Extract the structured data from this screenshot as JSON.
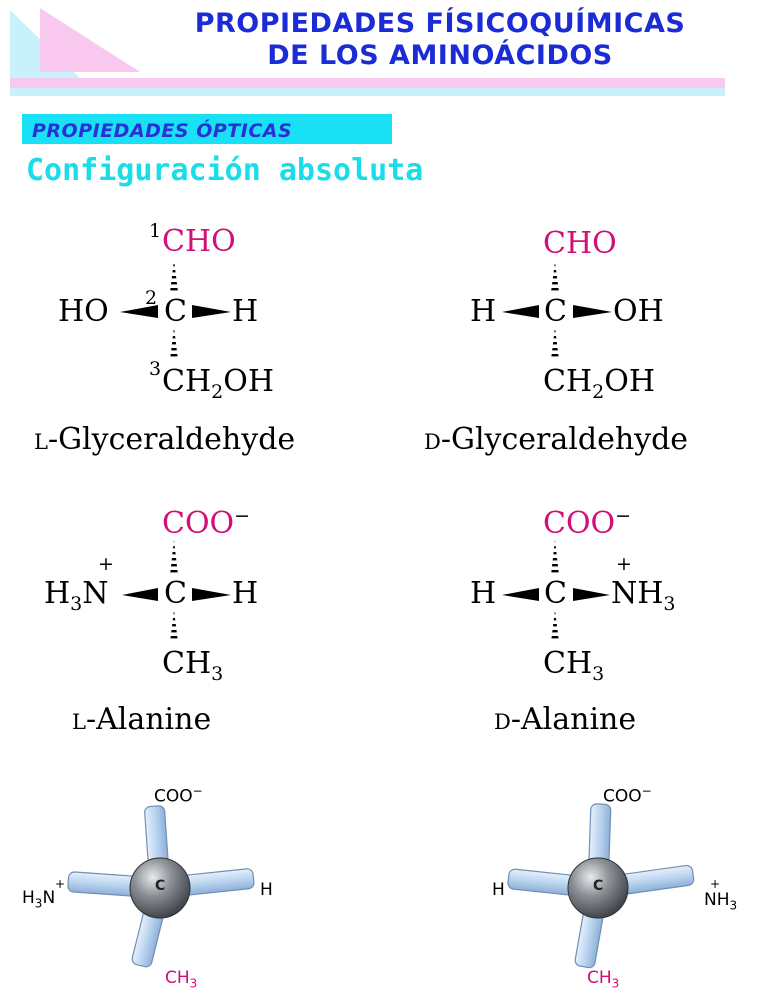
{
  "header": {
    "title_line1": "PROPIEDADES FÍSICOQUÍMICAS",
    "title_line2": "DE LOS AMINOÁCIDOS",
    "section": "PROPIEDADES ÓPTICAS",
    "subtitle": "Configuración absoluta"
  },
  "l_glyceraldehyde": {
    "top": "CHO",
    "left": "HO",
    "center": "C",
    "right": "H",
    "bottom_pre": "CH",
    "bottom_sub": "2",
    "bottom_post": "OH",
    "n1": "1",
    "n2": "2",
    "n3": "3",
    "caption_prefix": "L",
    "caption": "-Glyceraldehyde"
  },
  "d_glyceraldehyde": {
    "top": "CHO",
    "left": "H",
    "center": "C",
    "right": "OH",
    "bottom_pre": "CH",
    "bottom_sub": "2",
    "bottom_post": "OH",
    "caption_prefix": "D",
    "caption": "-Glyceraldehyde"
  },
  "l_alanine": {
    "top": "COO",
    "top_charge": "−",
    "left_pre": "H",
    "left_sub": "3",
    "left_post": "N",
    "left_charge": "+",
    "center": "C",
    "right": "H",
    "bottom_pre": "CH",
    "bottom_sub": "3",
    "caption_prefix": "L",
    "caption": "-Alanine"
  },
  "d_alanine": {
    "top": "COO",
    "top_charge": "−",
    "left": "H",
    "center": "C",
    "right_pre": "NH",
    "right_sub": "3",
    "right_charge": "+",
    "bottom_pre": "CH",
    "bottom_sub": "3",
    "caption_prefix": "D",
    "caption": "-Alanine"
  },
  "ball_stick_l": {
    "top": "COO",
    "top_charge": "−",
    "left_pre": "H",
    "left_sub": "3",
    "left_post": "N",
    "left_charge": "+",
    "center": "C",
    "right": "H",
    "bottom_pre": "CH",
    "bottom_sub": "3"
  },
  "ball_stick_d": {
    "top": "COO",
    "top_charge": "−",
    "left": "H",
    "center": "C",
    "right_pre": "NH",
    "right_sub": "3",
    "right_charge": "+",
    "bottom_pre": "CH",
    "bottom_sub": "3"
  },
  "colors": {
    "title": "#1b2bd6",
    "section_bg": "#19e0f4",
    "subtitle": "#19dde9",
    "aldehyde_magenta": "#d00f77",
    "stick_blue": "#b9d4ef",
    "ball_gray": "#6b7075"
  }
}
